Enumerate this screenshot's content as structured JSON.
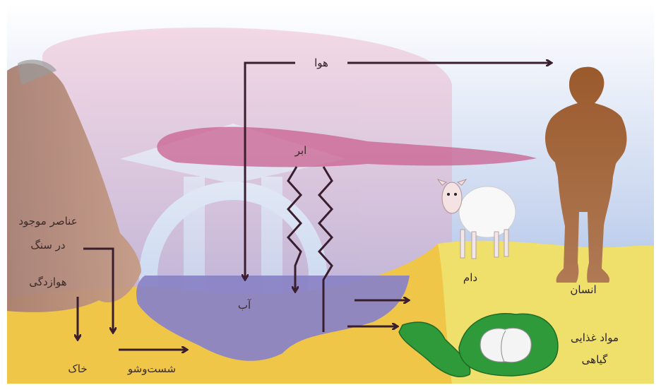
{
  "labels": {
    "air": "هوا",
    "cloud": "ابر",
    "water": "آب",
    "rock_elements_line1": "عناصر موجود",
    "rock_elements_line2": "در سنگ",
    "weathering": "هوازدگی",
    "soil": "خاک",
    "washing": "شست‌وشو",
    "livestock": "دام",
    "human": "انسان",
    "plant_food_line1": "مواد غذایی",
    "plant_food_line2": "گیاهی"
  },
  "colors": {
    "sky_top": "#ffffff",
    "sky_bottom": "#9db8e0",
    "ground": "#f1c94a",
    "ground_right": "#efe06a",
    "lake": "#8b87c8",
    "rock": "#b98f7c",
    "human": "#a0643a",
    "arrow": "#3a1e2e",
    "vegetable": "#2e9a3a"
  }
}
